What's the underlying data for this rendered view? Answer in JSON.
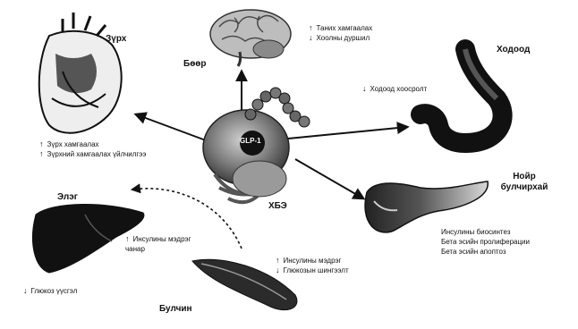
{
  "center": {
    "label": "GLP-1",
    "caption": "ХБЭ"
  },
  "organs": {
    "heart": {
      "name": "Зүрх"
    },
    "brain": {
      "name": "Бөөр"
    },
    "stomach": {
      "name": "Ходоод"
    },
    "pancreas": {
      "name": "Нойр булчирхай"
    },
    "liver": {
      "name": "Элэг"
    },
    "muscle": {
      "name": "Булчин"
    }
  },
  "effects": {
    "brain": [
      {
        "arrow": "↑",
        "text": "Таних хамгаалах"
      },
      {
        "arrow": "↓",
        "text": "Хоолны дуршил"
      }
    ],
    "stomach": [
      {
        "arrow": "↓",
        "text": "Ходоод хоосролт"
      }
    ],
    "heart": [
      {
        "arrow": "↑",
        "text": "Зүрх хамгаалах"
      },
      {
        "arrow": "↑",
        "text": "Зүрхний хамгаалах үйлчилгээ"
      }
    ],
    "pancreas": [
      {
        "arrow": "",
        "text": "Инсулины биосинтез"
      },
      {
        "arrow": "",
        "text": "Бета эсийн пролиферации"
      },
      {
        "arrow": "",
        "text": "Бета эсийн апоптоз"
      }
    ],
    "liver": [
      {
        "arrow": "↑",
        "text": "Инсулины мэдрэг чанар"
      },
      {
        "arrow": "↓",
        "text": "Глюкоз үүсгэл"
      }
    ],
    "muscle": [
      {
        "arrow": "↑",
        "text": "Инсулины мэдрэг"
      },
      {
        "arrow": "↓",
        "text": "Глюкозын шингээлт"
      }
    ]
  },
  "icons": [
    "heart-icon",
    "brain-icon",
    "stomach-icon",
    "pancreas-icon",
    "liver-icon",
    "muscle-icon",
    "gut-icon",
    "glp1-molecule-icon"
  ]
}
